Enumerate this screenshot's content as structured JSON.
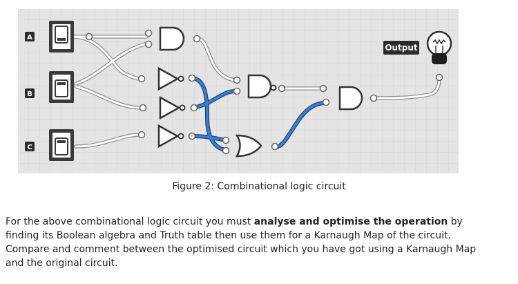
{
  "circuit": {
    "inputs": [
      {
        "id": "A",
        "label": "A"
      },
      {
        "id": "B",
        "label": "B"
      },
      {
        "id": "C",
        "label": "C"
      }
    ],
    "gates": [
      "AND",
      "NOT",
      "NOT",
      "NOT",
      "AND",
      "OR",
      "AND"
    ],
    "output_label": "Output",
    "colors": {
      "grid_background": "#e4e4e4",
      "wire_off": "#d4d4d4",
      "wire_on": "#2f6fbe",
      "input_tag": "#2b2b2b"
    },
    "icons": [
      "toggle-switch-icon",
      "and-gate-icon",
      "not-gate-icon",
      "or-gate-icon",
      "light-bulb-icon"
    ]
  },
  "caption": "Figure 2: Combinational logic circuit",
  "paragraph": {
    "part1": "For the above combinational logic circuit you must ",
    "bold": "analyse and optimise the operation",
    "part2": " by finding its Boolean algebra and Truth table then use them for a Karnaugh Map of the circuit. Compare and comment between the optimised circuit which you have got using a Karnaugh Map and the original circuit."
  }
}
